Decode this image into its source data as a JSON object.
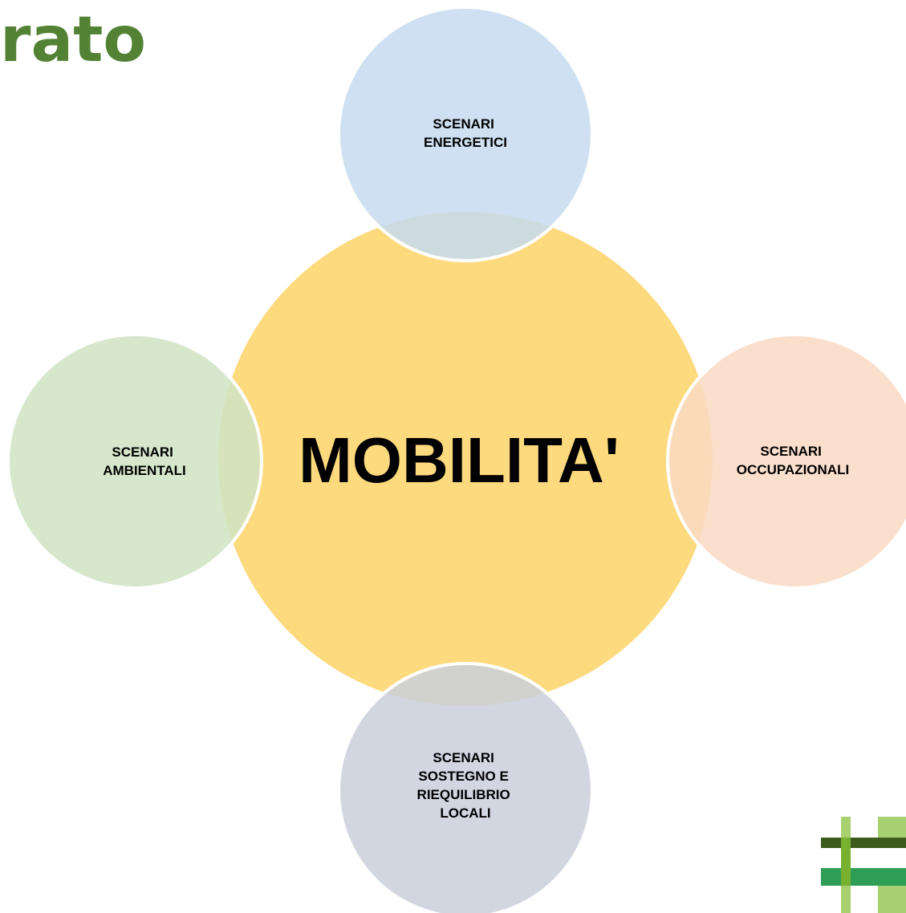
{
  "header": {
    "title_fragment": "rato"
  },
  "diagram": {
    "center": {
      "label": "MOBILITA'",
      "fill": "#FEDA7E"
    },
    "nodes": [
      {
        "id": "top",
        "lines": [
          "SCENARI",
          "ENERGETICI"
        ],
        "fill": "#C6DBEF"
      },
      {
        "id": "left",
        "lines": [
          "SCENARI",
          "AMBIENTALI"
        ],
        "fill": "#CFE3C3"
      },
      {
        "id": "right",
        "lines": [
          "SCENARI",
          "OCCUPAZIONALI"
        ],
        "fill": "#FAD9C4"
      },
      {
        "id": "bottom",
        "lines": [
          "SCENARI",
          "SOSTEGNO E",
          "RIEQUILIBRIO",
          "LOCALI"
        ],
        "fill": "#C9CFDC"
      }
    ]
  },
  "logo": {
    "colors": [
      "#3E5B1E",
      "#78B030",
      "#A8D070",
      "#2E9E56"
    ]
  }
}
